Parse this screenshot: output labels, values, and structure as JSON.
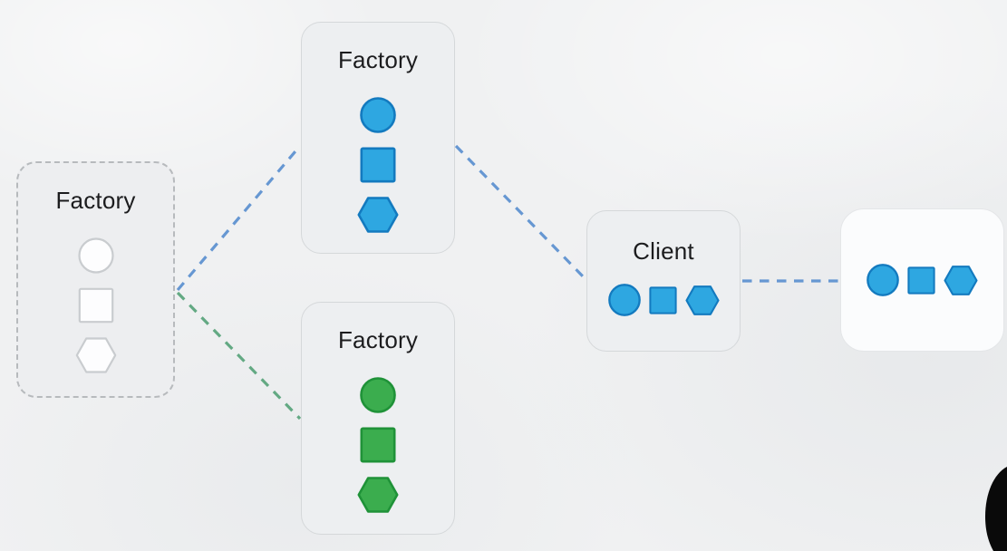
{
  "nodes": {
    "abstract_factory": {
      "label": "Factory",
      "variant": "white",
      "products": [
        "circle",
        "square",
        "hexagon"
      ]
    },
    "blue_factory": {
      "label": "Factory",
      "variant": "blue",
      "products": [
        "circle",
        "square",
        "hexagon"
      ]
    },
    "green_factory": {
      "label": "Factory",
      "variant": "green",
      "products": [
        "circle",
        "square",
        "hexagon"
      ]
    },
    "client": {
      "label": "Client",
      "variant": "blue",
      "products": [
        "circle",
        "square",
        "hexagon"
      ]
    },
    "output": {
      "label": "",
      "variant": "blue",
      "products": [
        "circle",
        "square",
        "hexagon"
      ]
    }
  },
  "connectors": [
    {
      "from": "abstract_factory",
      "to": "blue_factory",
      "color": "#6697d2",
      "style": "dashed"
    },
    {
      "from": "abstract_factory",
      "to": "green_factory",
      "color": "#63a983",
      "style": "dashed"
    },
    {
      "from": "blue_factory",
      "to": "client",
      "color": "#6697d2",
      "style": "dashed"
    },
    {
      "from": "client",
      "to": "output",
      "color": "#6697d2",
      "style": "dashed"
    }
  ],
  "colors": {
    "page_bg": "#f0f1f2",
    "node_bg": "#edeff1",
    "node_border": "#d5d8da",
    "dashed_border": "#b7babd",
    "output_bg": "#fbfcfd",
    "output_border": "#e4e6e8",
    "label_color": "#1c1c1e",
    "blue_fill": "#2ea7e1",
    "blue_stroke": "#137abf",
    "green_fill": "#3bad4e",
    "green_stroke": "#1f9238",
    "white_fill": "#fdfdfe",
    "white_stroke": "#c9cccf",
    "blue_link": "#6697d2",
    "green_link": "#63a983",
    "silhouette": "#0a0a0a"
  }
}
